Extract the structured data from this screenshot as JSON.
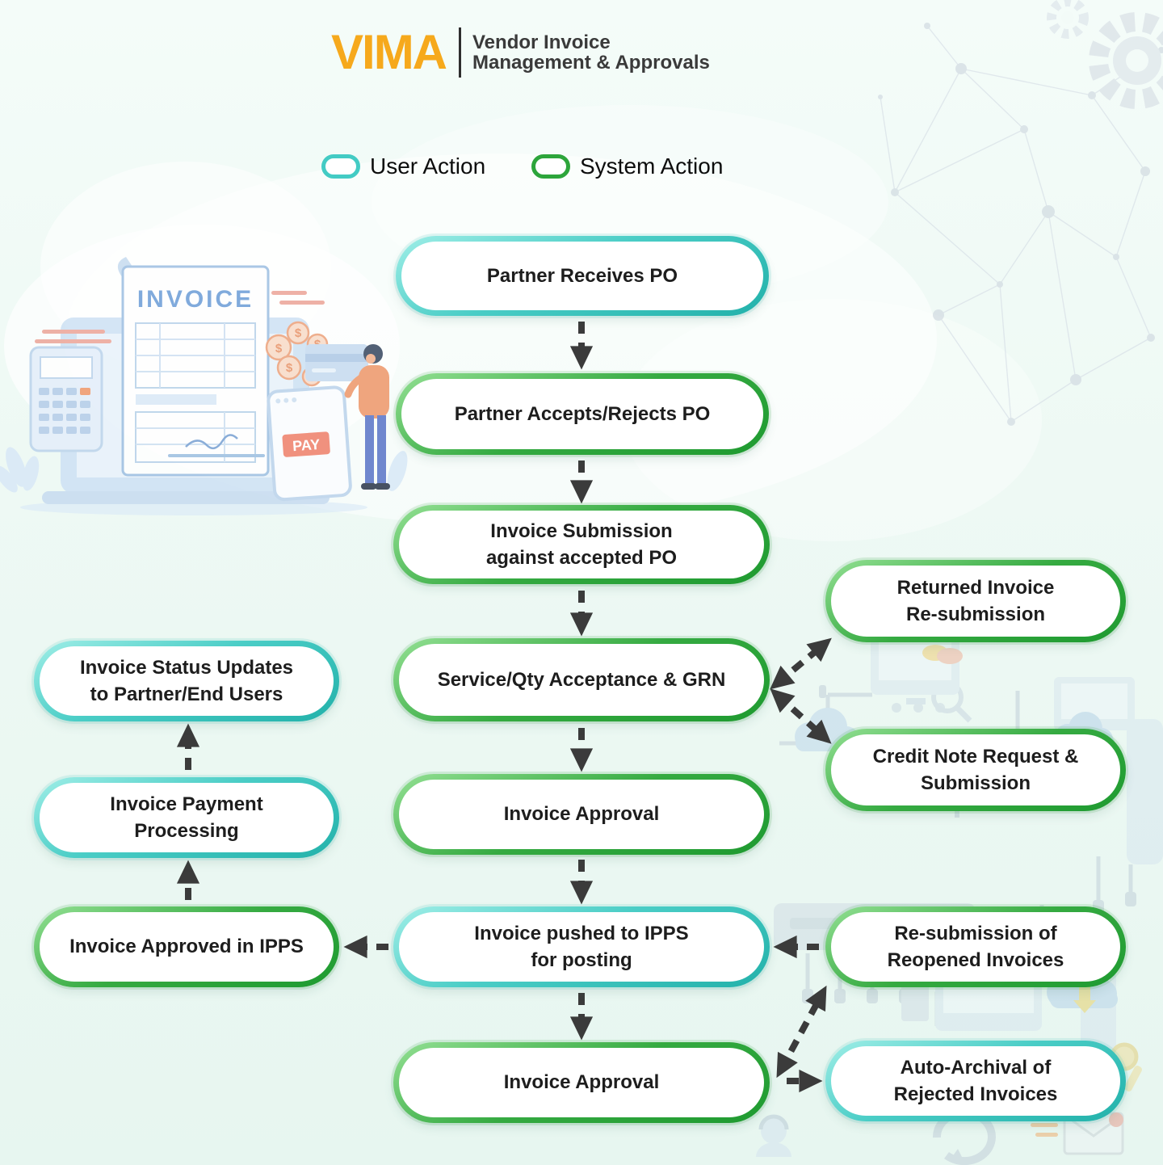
{
  "header": {
    "logo": "VIMA",
    "title_line1": "Vendor Invoice",
    "title_line2": "Management & Approvals"
  },
  "legend": {
    "user_label": "User Action",
    "user_color": "#43cbc4",
    "system_label": "System Action",
    "system_color": "#2da53b"
  },
  "colors": {
    "background": "#edf8f3",
    "logo_orange": "#f6a91c",
    "arrow_gray": "#3b3b3b",
    "node_fill": "#ffffff",
    "node_text": "#1d1d1d"
  },
  "nodes": {
    "partner_receives_po": {
      "label": "Partner Receives PO",
      "type": "user"
    },
    "partner_accepts_rejects_po": {
      "label": "Partner Accepts/Rejects PO",
      "type": "system"
    },
    "invoice_submission": {
      "label": "Invoice Submission\nagainst accepted PO",
      "type": "system"
    },
    "service_qty_acceptance": {
      "label": "Service/Qty Acceptance & GRN",
      "type": "system"
    },
    "invoice_approval_1": {
      "label": "Invoice Approval",
      "type": "system"
    },
    "invoice_pushed_ipps": {
      "label": "Invoice pushed to IPPS\nfor posting",
      "type": "user"
    },
    "invoice_approval_2": {
      "label": "Invoice Approval",
      "type": "system"
    },
    "invoice_status_updates": {
      "label": "Invoice Status Updates\nto Partner/End Users",
      "type": "user"
    },
    "invoice_payment_processing": {
      "label": "Invoice Payment\nProcessing",
      "type": "user"
    },
    "invoice_approved_ipps": {
      "label": "Invoice Approved in IPPS",
      "type": "system"
    },
    "returned_invoice_resubmission": {
      "label": "Returned Invoice\nRe-submission",
      "type": "system"
    },
    "credit_note_request": {
      "label": "Credit Note Request &\nSubmission",
      "type": "system"
    },
    "resubmission_reopened": {
      "label": "Re-submission of\nReopened Invoices",
      "type": "system"
    },
    "auto_archival_rejected": {
      "label": "Auto-Archival of\nRejected Invoices",
      "type": "user"
    }
  },
  "edges": [
    {
      "from": "partner_receives_po",
      "to": "partner_accepts_rejects_po",
      "style": "dashed",
      "bidirectional": false
    },
    {
      "from": "partner_accepts_rejects_po",
      "to": "invoice_submission",
      "style": "dashed",
      "bidirectional": false
    },
    {
      "from": "invoice_submission",
      "to": "service_qty_acceptance",
      "style": "dashed",
      "bidirectional": false
    },
    {
      "from": "service_qty_acceptance",
      "to": "returned_invoice_resubmission",
      "style": "dashed",
      "bidirectional": true
    },
    {
      "from": "service_qty_acceptance",
      "to": "credit_note_request",
      "style": "dashed",
      "bidirectional": true
    },
    {
      "from": "service_qty_acceptance",
      "to": "invoice_approval_1",
      "style": "dashed",
      "bidirectional": false
    },
    {
      "from": "invoice_approval_1",
      "to": "invoice_pushed_ipps",
      "style": "dashed",
      "bidirectional": false
    },
    {
      "from": "invoice_pushed_ipps",
      "to": "invoice_approved_ipps",
      "style": "dashed",
      "bidirectional": false
    },
    {
      "from": "resubmission_reopened",
      "to": "invoice_pushed_ipps",
      "style": "dashed",
      "bidirectional": false
    },
    {
      "from": "invoice_pushed_ipps",
      "to": "invoice_approval_2",
      "style": "dashed",
      "bidirectional": false
    },
    {
      "from": "invoice_approval_2",
      "to": "resubmission_reopened",
      "style": "dashed",
      "bidirectional": true
    },
    {
      "from": "invoice_approval_2",
      "to": "auto_archival_rejected",
      "style": "dashed",
      "bidirectional": false
    },
    {
      "from": "invoice_approved_ipps",
      "to": "invoice_payment_processing",
      "style": "dashed",
      "bidirectional": false
    },
    {
      "from": "invoice_payment_processing",
      "to": "invoice_status_updates",
      "style": "dashed",
      "bidirectional": false
    }
  ],
  "illustration": {
    "invoice_title": "INVOICE",
    "pay_button": "PAY"
  }
}
